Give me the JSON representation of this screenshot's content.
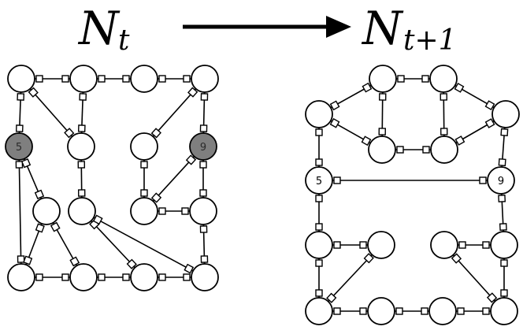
{
  "title_left": {
    "main": "N",
    "sub": "t"
  },
  "title_right": {
    "main": "N",
    "sub": "t+1"
  },
  "arrow_icon": "right-arrow-icon",
  "colors": {
    "stroke": "#000000",
    "node_fill": "#ffffff",
    "highlight_fill": "#7f7f7f",
    "highlight_text": "#2b2b2b"
  },
  "left_network": {
    "labeled_nodes": [
      {
        "id": "L_a",
        "label": "5",
        "highlight": true
      },
      {
        "id": "L_b",
        "label": "9",
        "highlight": true
      }
    ]
  },
  "right_network": {
    "labeled_nodes": [
      {
        "id": "R_a",
        "label": "5",
        "highlight": false
      },
      {
        "id": "R_b",
        "label": "9",
        "highlight": false
      }
    ]
  }
}
